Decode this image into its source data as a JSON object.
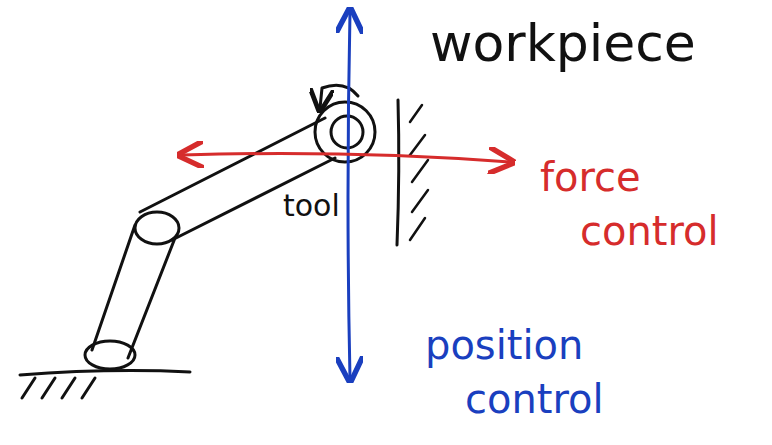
{
  "diagram": {
    "labels": [
      "workpiece",
      "force control",
      "tool",
      "position control"
    ]
  }
}
